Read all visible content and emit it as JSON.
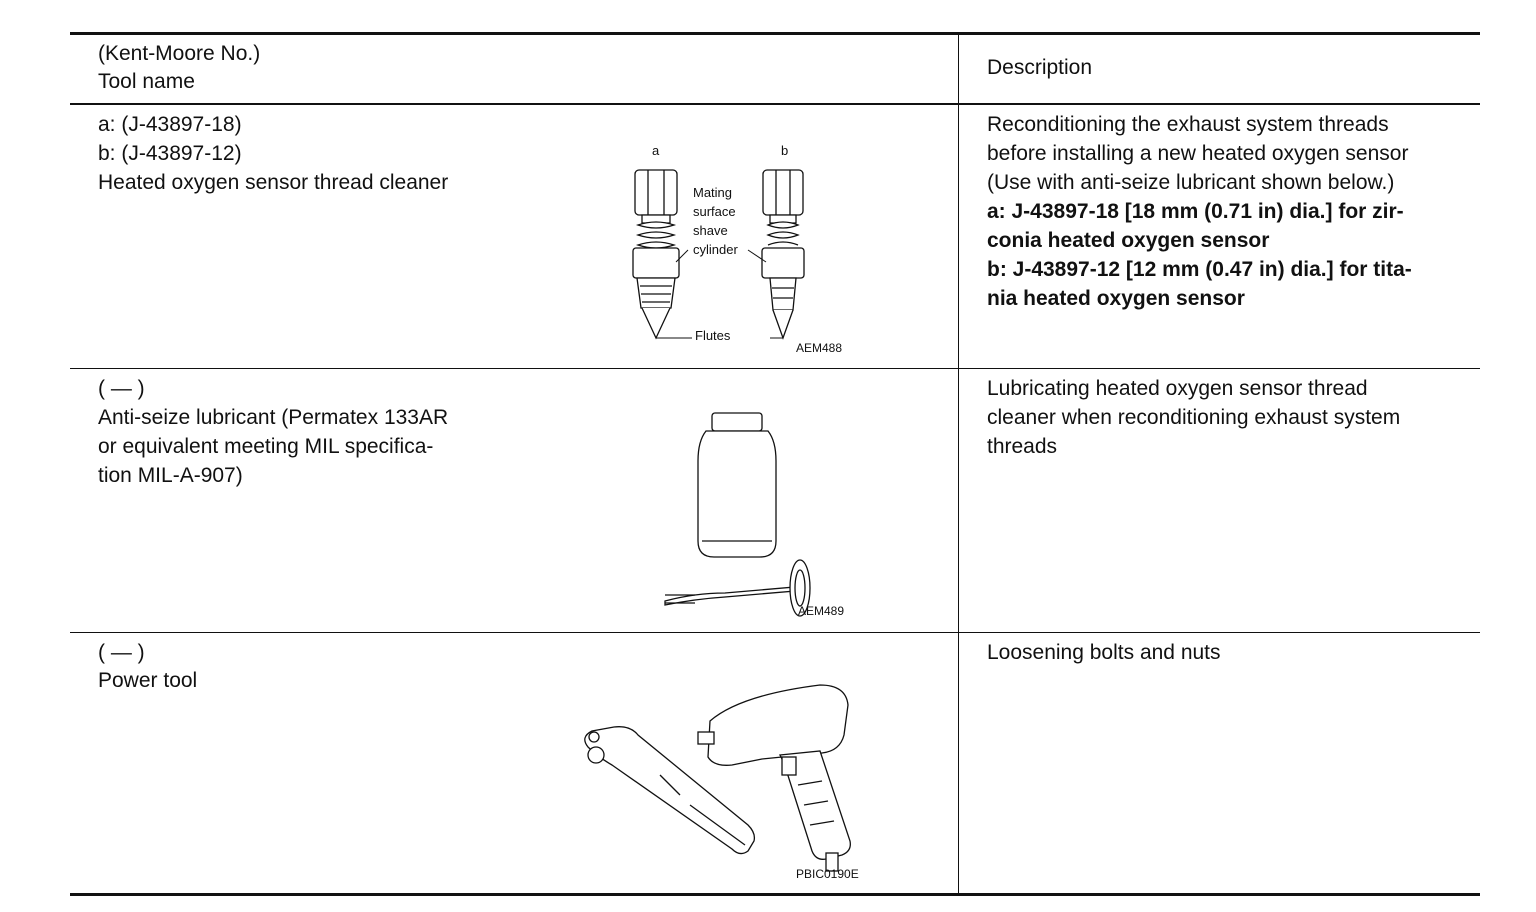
{
  "header": {
    "col1_line1": "(Kent-Moore No.)",
    "col1_line2": "Tool name",
    "col2": "Description"
  },
  "rows": [
    {
      "tool_lines": [
        "a: (J-43897-18)",
        "b: (J-43897-12)",
        "Heated oxygen sensor thread cleaner"
      ],
      "figure": {
        "labels": [
          "a",
          "b",
          "Mating",
          "surface",
          "shave",
          "cylinder",
          "Flutes"
        ],
        "code": "AEM488"
      },
      "desc_lines": [
        "Reconditioning the exhaust system threads",
        "before installing a new heated oxygen sensor",
        "(Use with anti-seize lubricant shown below.)"
      ],
      "desc_bold_lines": [
        "a: J-43897-18 [18 mm (0.71 in) dia.] for zir-",
        "conia heated oxygen sensor",
        "b: J-43897-12 [12 mm (0.47 in) dia.] for tita-",
        "nia heated oxygen sensor"
      ]
    },
    {
      "tool_lines": [
        "(   —   )",
        "Anti-seize lubricant (Permatex 133AR",
        "or equivalent meeting MIL specifica-",
        "tion MIL-A-907)"
      ],
      "figure": {
        "code": "AEM489"
      },
      "desc_lines": [
        "Lubricating heated oxygen sensor thread",
        "cleaner when reconditioning exhaust system",
        "threads"
      ]
    },
    {
      "tool_lines": [
        "(   —   )",
        "Power tool"
      ],
      "figure": {
        "code": "PBIC0190E"
      },
      "desc_lines": [
        "Loosening bolts and nuts"
      ]
    }
  ]
}
